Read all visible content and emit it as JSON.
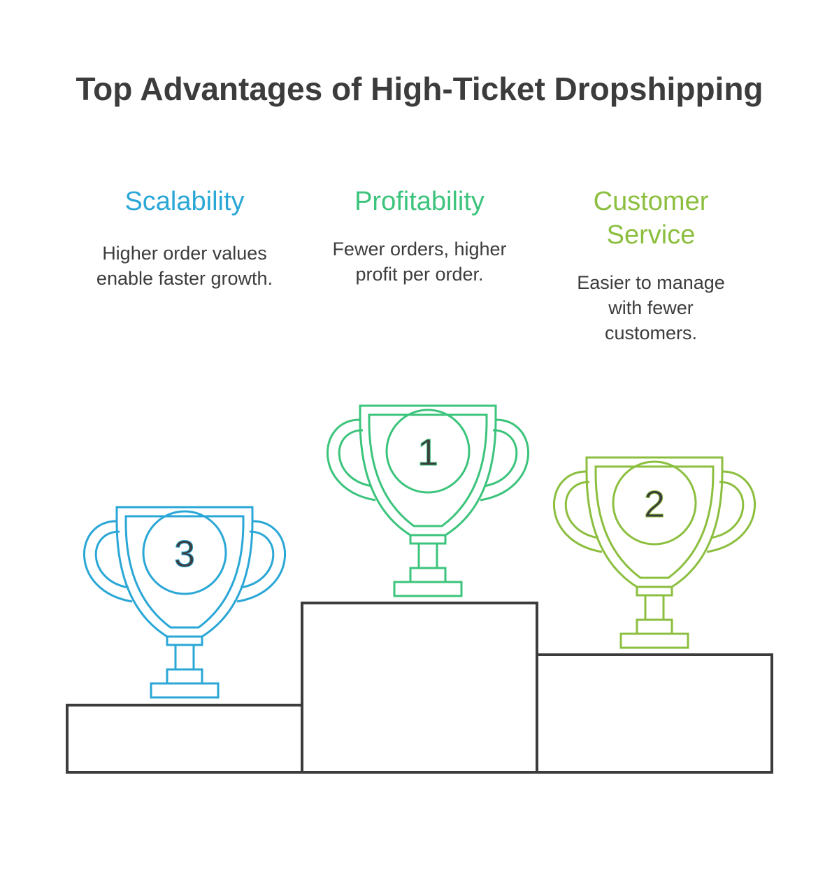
{
  "title": "Top Advantages of High-Ticket Dropshipping",
  "colors": {
    "scalability": "#2aa7d6",
    "profitability": "#3cc47c",
    "customer_service": "#8cbf3f",
    "dark": "#3c3c3c"
  },
  "items": [
    {
      "key": "scalability",
      "heading": "Scalability",
      "description": "Higher order values enable faster growth.",
      "rank": "3",
      "icon": "trophy-icon"
    },
    {
      "key": "profitability",
      "heading": "Profitability",
      "description": "Fewer orders, higher profit per order.",
      "rank": "1",
      "icon": "trophy-icon"
    },
    {
      "key": "customer_service",
      "heading": "Customer Service",
      "description": "Easier to manage with fewer customers.",
      "rank": "2",
      "icon": "trophy-icon"
    }
  ]
}
